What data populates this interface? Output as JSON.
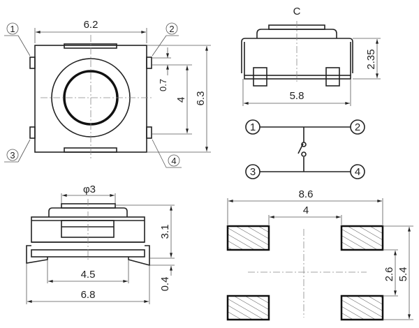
{
  "top_view": {
    "width_label": "6.2",
    "height_label": "6.3",
    "pitch_label": "4",
    "pin_width_label": "0.7",
    "pins": [
      "1",
      "2",
      "3",
      "4"
    ]
  },
  "side_view": {
    "title": "C",
    "height_label": "2.35",
    "width_label": "5.8"
  },
  "schematic": {
    "pins": [
      "1",
      "2",
      "3",
      "4"
    ]
  },
  "front_view": {
    "button_diameter_label": "φ3",
    "height_label": "3.1",
    "standoff_label": "0.4",
    "inner_width_label": "4.5",
    "width_label": "6.8"
  },
  "footprint": {
    "outer_width_label": "8.6",
    "inner_width_label": "4",
    "inner_height_label": "2.6",
    "outer_height_label": "5.4"
  }
}
